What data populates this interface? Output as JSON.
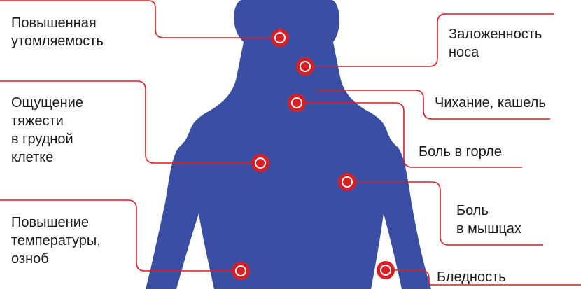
{
  "colors": {
    "body": "#3a4fa3",
    "accent": "#d91f26",
    "text": "#1a1a1a",
    "background": "#ffffff"
  },
  "symptoms": [
    {
      "id": "fatigue",
      "label": "Повышенная\nутомляемость",
      "location": "head-top"
    },
    {
      "id": "nasal-congestion",
      "label": "Заложенность\nноса",
      "location": "face"
    },
    {
      "id": "sneezing-cough",
      "label": "Чихание, кашель",
      "location": "neck"
    },
    {
      "id": "sore-throat",
      "label": "Боль в горле",
      "location": "throat"
    },
    {
      "id": "chest-heaviness",
      "label": "Ощущение\nтяжести\nв грудной\nклетке",
      "location": "chest"
    },
    {
      "id": "muscle-pain",
      "label": "Боль\nв мышцах",
      "location": "shoulder"
    },
    {
      "id": "fever-chills",
      "label": "Повышение\nтемпературы,\nозноб",
      "location": "waist"
    },
    {
      "id": "pallor",
      "label": "Бледность",
      "location": "hand"
    }
  ]
}
